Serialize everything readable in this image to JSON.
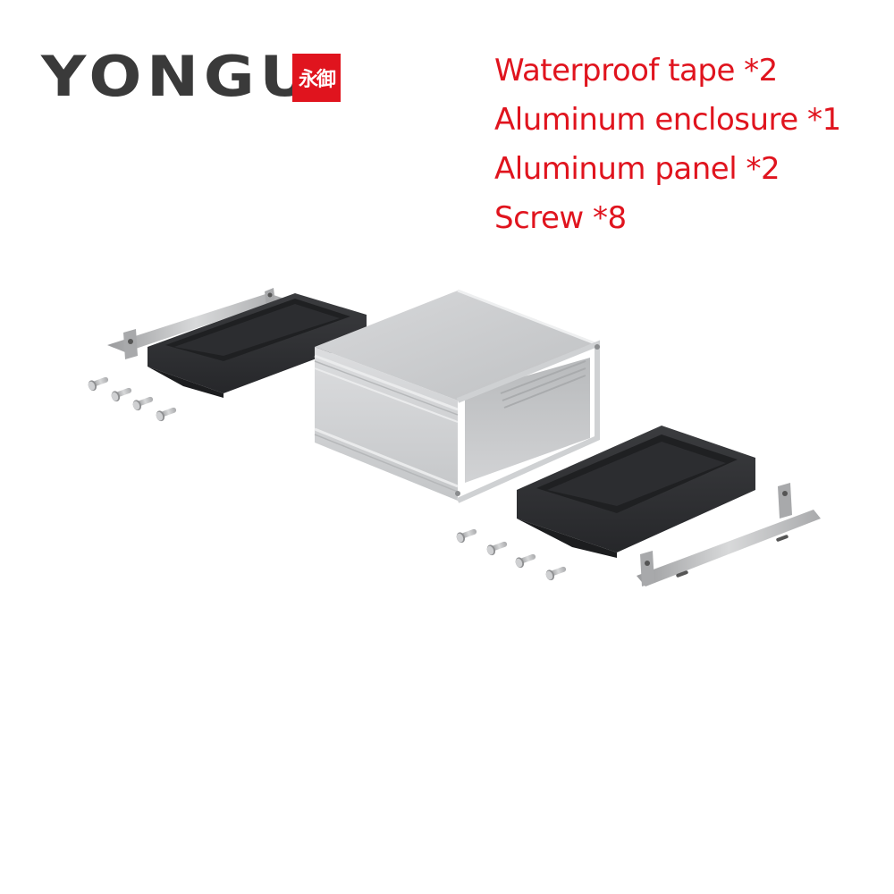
{
  "brand": {
    "name": "YONGU",
    "seal_text": "永御",
    "seal_color": "#e0141e",
    "wordmark_color": "#3a3a3a"
  },
  "package_contents": {
    "color": "#e0141e",
    "items": [
      {
        "label": "Waterproof tape *2",
        "name": "Waterproof tape",
        "qty": 2
      },
      {
        "label": "Aluminum enclosure *1",
        "name": "Aluminum enclosure",
        "qty": 1
      },
      {
        "label": "Aluminum panel *2",
        "name": "Aluminum panel",
        "qty": 2
      },
      {
        "label": "Screw *8",
        "name": "Screw",
        "qty": 8
      }
    ]
  },
  "illustration": {
    "parts": [
      "aluminum-enclosure-body",
      "black-waterproof-end-cap-left",
      "black-waterproof-end-cap-right",
      "mounting-bracket-left",
      "mounting-bracket-right",
      "screws-left-set-4",
      "screws-right-set-4"
    ],
    "colors": {
      "aluminum": "#c9cbcd",
      "aluminum_light": "#e4e5e6",
      "rubber_cap": "#2f3033",
      "bracket_steel": "#b8b9bb"
    }
  }
}
